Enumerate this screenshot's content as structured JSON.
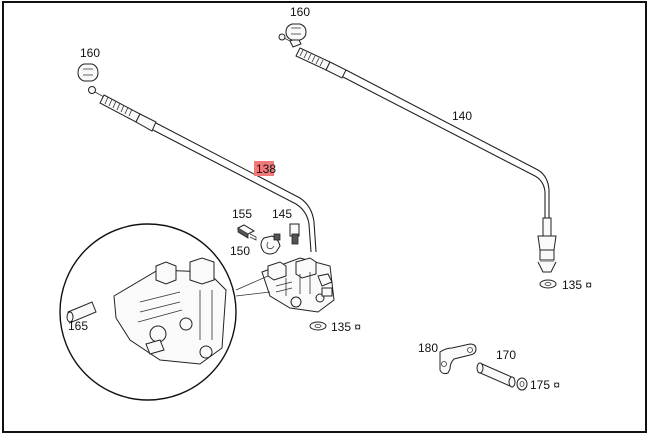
{
  "labels": {
    "p160_top": "160",
    "p160_left": "160",
    "p140": "140",
    "p138": "138",
    "p155": "155",
    "p145": "145",
    "p150": "150",
    "p165": "165",
    "p135_right": "135 ¤",
    "p135_mid": "135 ¤",
    "p180": "180",
    "p170": "170",
    "p175": "175 ¤"
  },
  "colors": {
    "highlight": "#f07a7a",
    "line": "#222222",
    "frame": "#111111"
  }
}
